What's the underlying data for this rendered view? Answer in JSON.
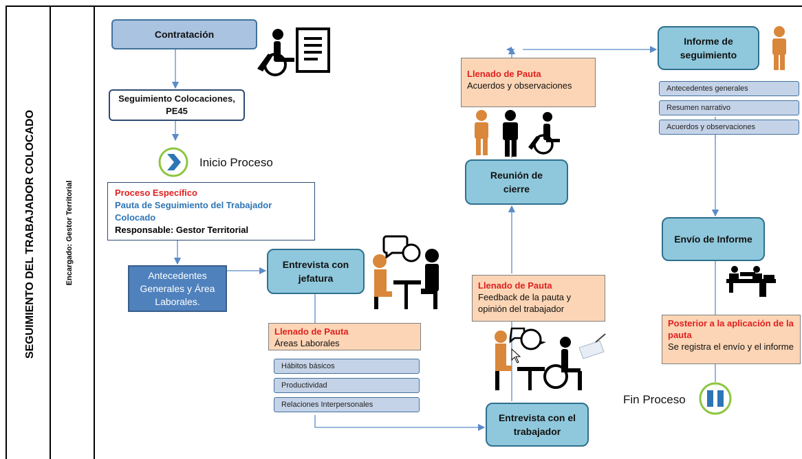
{
  "lanes": {
    "main_title": "SEGUIMIENTO DEL TRABAJADOR COLOCADO",
    "owner": "Encargado: Gestor Territorial"
  },
  "nodes": {
    "contratacion": "Contratación",
    "seguimiento_line1": "Seguimiento Colocaciones,",
    "seguimiento_line2": "PE45",
    "inicio": "Inicio Proceso",
    "proceso_especifico": "Proceso Específico",
    "pauta_title": "Pauta de Seguimiento del Trabajador Colocado",
    "responsable": "Responsable: Gestor Territorial",
    "antecedentes": "Antecedentes Generales y Área Laborales.",
    "entrevista_jefatura": "Entrevista con jefatura",
    "llenado_areas_title": "Llenado de Pauta",
    "llenado_areas_text": "Áreas Laborales",
    "areas_items": [
      "Hábitos básicos",
      "Productividad",
      "Relaciones Interpersonales"
    ],
    "entrevista_trabajador": "Entrevista con el trabajador",
    "llenado_feedback_title": "Llenado de Pauta",
    "llenado_feedback_text": "Feedback de la pauta y opinión del trabajador",
    "reunion": "Reunión de cierre",
    "llenado_acuerdos_title": "Llenado de Pauta",
    "llenado_acuerdos_text": "Acuerdos y observaciones",
    "informe": "Informe de seguimiento",
    "informe_items": [
      "Antecedentes generales",
      "Resumen narrativo",
      "Acuerdos y observaciones"
    ],
    "envio": "Envío de Informe",
    "posterior_title": "Posterior a la aplicación de la pauta",
    "posterior_text": "Se registra el envío y el informe",
    "fin": "Fin Proceso"
  },
  "colors": {
    "box_blue": "#a9c3e0",
    "box_teal": "#8fc8dc",
    "box_dark_blue": "#4f81bd",
    "note_peach": "#fbd5b5",
    "accent_red": "#e02020",
    "accent_blue": "#2e75b6",
    "start_green": "#8cc63f",
    "person_orange": "#d9873a"
  },
  "icons": [
    "wheelchair-icon",
    "document-icon",
    "start-chevron-icon",
    "meeting-icon",
    "person-icon",
    "handshake-icon",
    "end-pause-icon"
  ]
}
